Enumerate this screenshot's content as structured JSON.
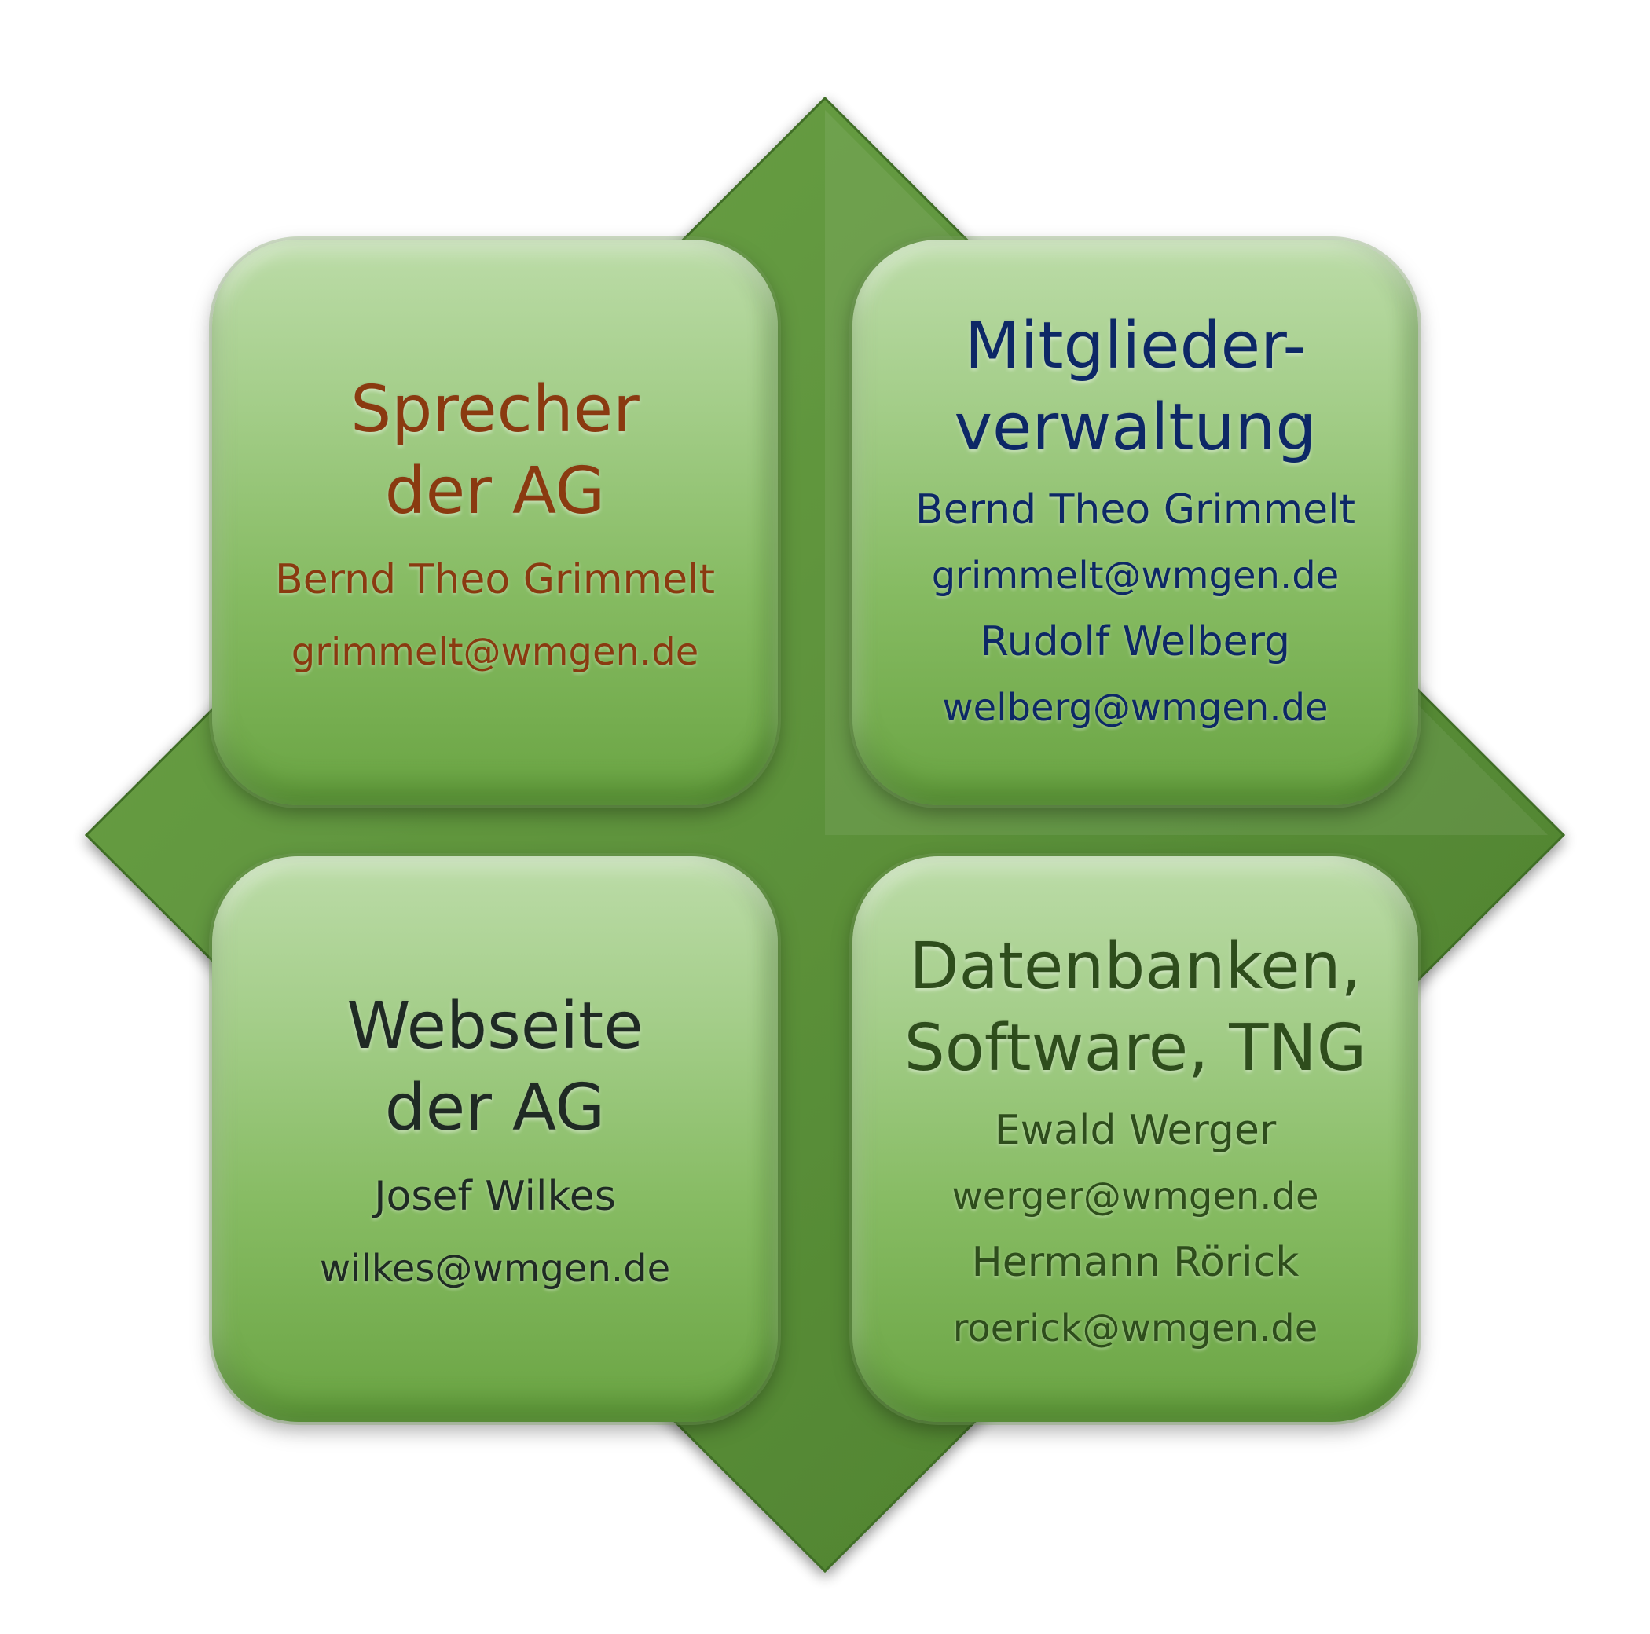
{
  "colors": {
    "diamond": "#5c913a",
    "tile_top": "#bcdca8",
    "tile_bottom": "#6aa443",
    "speaker_text": "#8a3a10",
    "members_text": "#0d2866",
    "website_text": "#1f2a24",
    "database_text": "#2e4d1c"
  },
  "tiles": {
    "speaker": {
      "heading_line1": "Sprecher",
      "heading_line2": "der AG",
      "person1_name": "Bernd Theo Grimmelt",
      "person1_email": "grimmelt@wmgen.de"
    },
    "members": {
      "heading_line1": "Mitglieder-",
      "heading_line2": "verwaltung",
      "person1_name": "Bernd Theo Grimmelt",
      "person1_email": "grimmelt@wmgen.de",
      "person2_name": "Rudolf Welberg",
      "person2_email": "welberg@wmgen.de"
    },
    "website": {
      "heading_line1": "Webseite",
      "heading_line2": "der AG",
      "person1_name": "Josef Wilkes",
      "person1_email": "wilkes@wmgen.de"
    },
    "databases": {
      "heading_line1": "Datenbanken,",
      "heading_line2": "Software, TNG",
      "person1_name": "Ewald Werger",
      "person1_email": "werger@wmgen.de",
      "person2_name": "Hermann Rörick",
      "person2_email": "roerick@wmgen.de"
    }
  }
}
